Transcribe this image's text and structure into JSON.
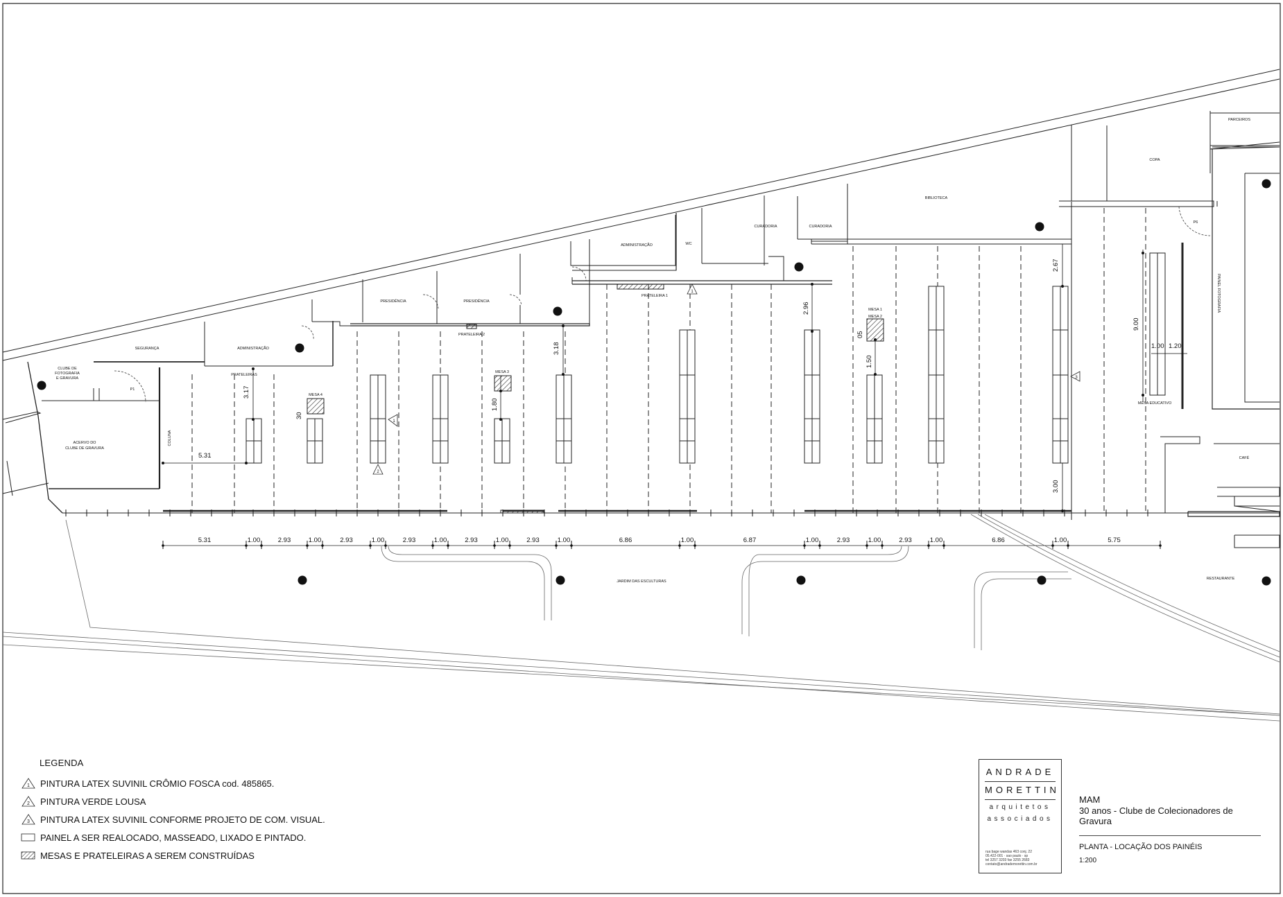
{
  "rooms": {
    "parceiros": "PARCEIROS",
    "copa": "COPA",
    "biblioteca": "BIBLIOTECA",
    "curadoria_1": "CURADORIA",
    "curadoria_2": "CURADORIA",
    "administracao_top": "ADMINISTRAÇÃO",
    "wc": "WC",
    "presidencia_1": "PRESIDÊNCIA",
    "presidencia_2": "PRESIDÊNCIA",
    "seguranca": "SEGURANÇA",
    "administracao_left": "ADMINISTRAÇÃO",
    "clube_foto": [
      "CLUBE DE",
      "FOTOGRAFIA",
      "E GRAVURA"
    ],
    "acervo": [
      "ACERVO DO",
      "CLUBE DE GRAVURA"
    ],
    "cafe": "CAFÉ",
    "restaurante": "RESTAURANTE",
    "jardim": "JARDIM DAS ESCULTURAS",
    "painel_fotografia": "PAINEL FOTOGRAFIA",
    "mesa_educativo": "MESA EDUCATIVO"
  },
  "labels": {
    "p1": "P1",
    "p6": "P6",
    "prateleira_1": "PRATELEIRA 1",
    "prateleira_2": "PRATELEIRA 2",
    "prateleiras": "PRATELEIRAS",
    "mesa_1": "MESA 1",
    "mesa_2": "MESA 2",
    "mesa_3": "MESA 3",
    "mesa_4": "MESA 4",
    "coluna": "COLUNA"
  },
  "dimensions_bottom": [
    "5.31",
    "1.00",
    "2.93",
    "1.00",
    "2.93",
    "1.00",
    "2.93",
    "1.00",
    "2.93",
    "1.00",
    "2.93",
    "1.00",
    "6.86",
    "1.00",
    "6.87",
    "1.00",
    "2.93",
    "1.00",
    "2.93",
    "1.00",
    "6.86",
    "1.00",
    "5.75"
  ],
  "dimensions_other": {
    "d_317": "3.17",
    "d_531": "5.31",
    "d_30": "30",
    "d_180": "1.80",
    "d_318": "3.18",
    "d_296": "2.96",
    "d_05": "05",
    "d_150": "1.50",
    "d_267": "2.67",
    "d_300": "3.00",
    "d_900": "9.00",
    "d_100": "1.00",
    "d_120": "1.20"
  },
  "markers": {
    "m1": "1",
    "m2": "2",
    "m3": "3"
  },
  "legend": {
    "title": "LEGENDA",
    "items": [
      {
        "num": "1",
        "text": "PINTURA LATEX SUVINIL CRÔMIO FOSCA cod. 485865."
      },
      {
        "num": "2",
        "text": "PINTURA VERDE LOUSA"
      },
      {
        "num": "3",
        "text": "PINTURA LATEX SUVINIL CONFORME PROJETO DE COM. VISUAL."
      },
      {
        "num": "",
        "text": "PAINEL A SER REALOCADO, MASSEADO, LIXADO E PINTADO."
      },
      {
        "num": "",
        "text": "MESAS E PRATELEIRAS A SEREM CONSTRUÍDAS"
      }
    ]
  },
  "logo": {
    "line1": "ANDRADE",
    "line2": "MORETTIN",
    "line3": "arquitetos",
    "line4": "associados",
    "address": [
      "rua bage wandas 463 conj. 22",
      "05.422-001 · sao paulo · sp",
      "tel 3257 3203 fax 3255 2683",
      "contato@andrademorettin.com.br"
    ]
  },
  "title_block": {
    "project": "MAM",
    "subtitle": "30 anos - Clube de Colecionadores de Gravura",
    "drawing": "PLANTA - LOCAÇÃO DOS PAINÉIS",
    "scale": "1:200"
  }
}
